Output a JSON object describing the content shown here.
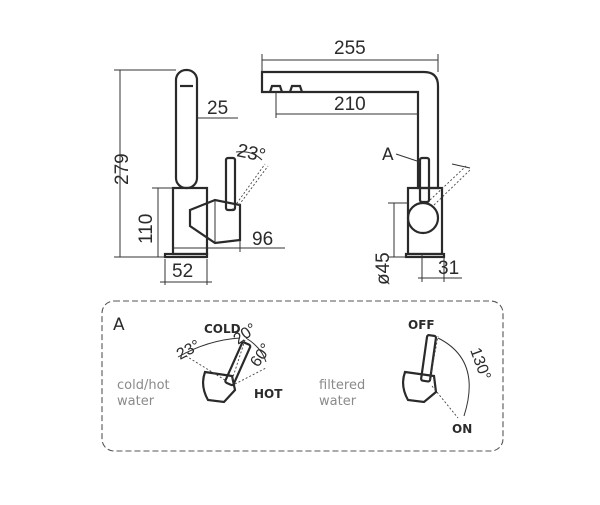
{
  "dimensions": {
    "height_total": "279",
    "spout_offset": "25",
    "handle_angle": "23°",
    "body_height": "110",
    "handle_reach": "96",
    "base_width": "52",
    "total_reach": "255",
    "spout_reach": "210",
    "base_diameter": "ø45",
    "base_offset": "31"
  },
  "labels": {
    "section_marker": "A",
    "detail_title": "A"
  },
  "detail_left": {
    "description_line1": "cold/hot",
    "description_line2": "water",
    "cold_label": "COLD",
    "hot_label": "HOT",
    "angle_23": "23°",
    "angle_20": "20°",
    "angle_60": "60°"
  },
  "detail_right": {
    "description_line1": "filtered",
    "description_line2": "water",
    "off_label": "OFF",
    "on_label": "ON",
    "angle_130": "130°"
  }
}
